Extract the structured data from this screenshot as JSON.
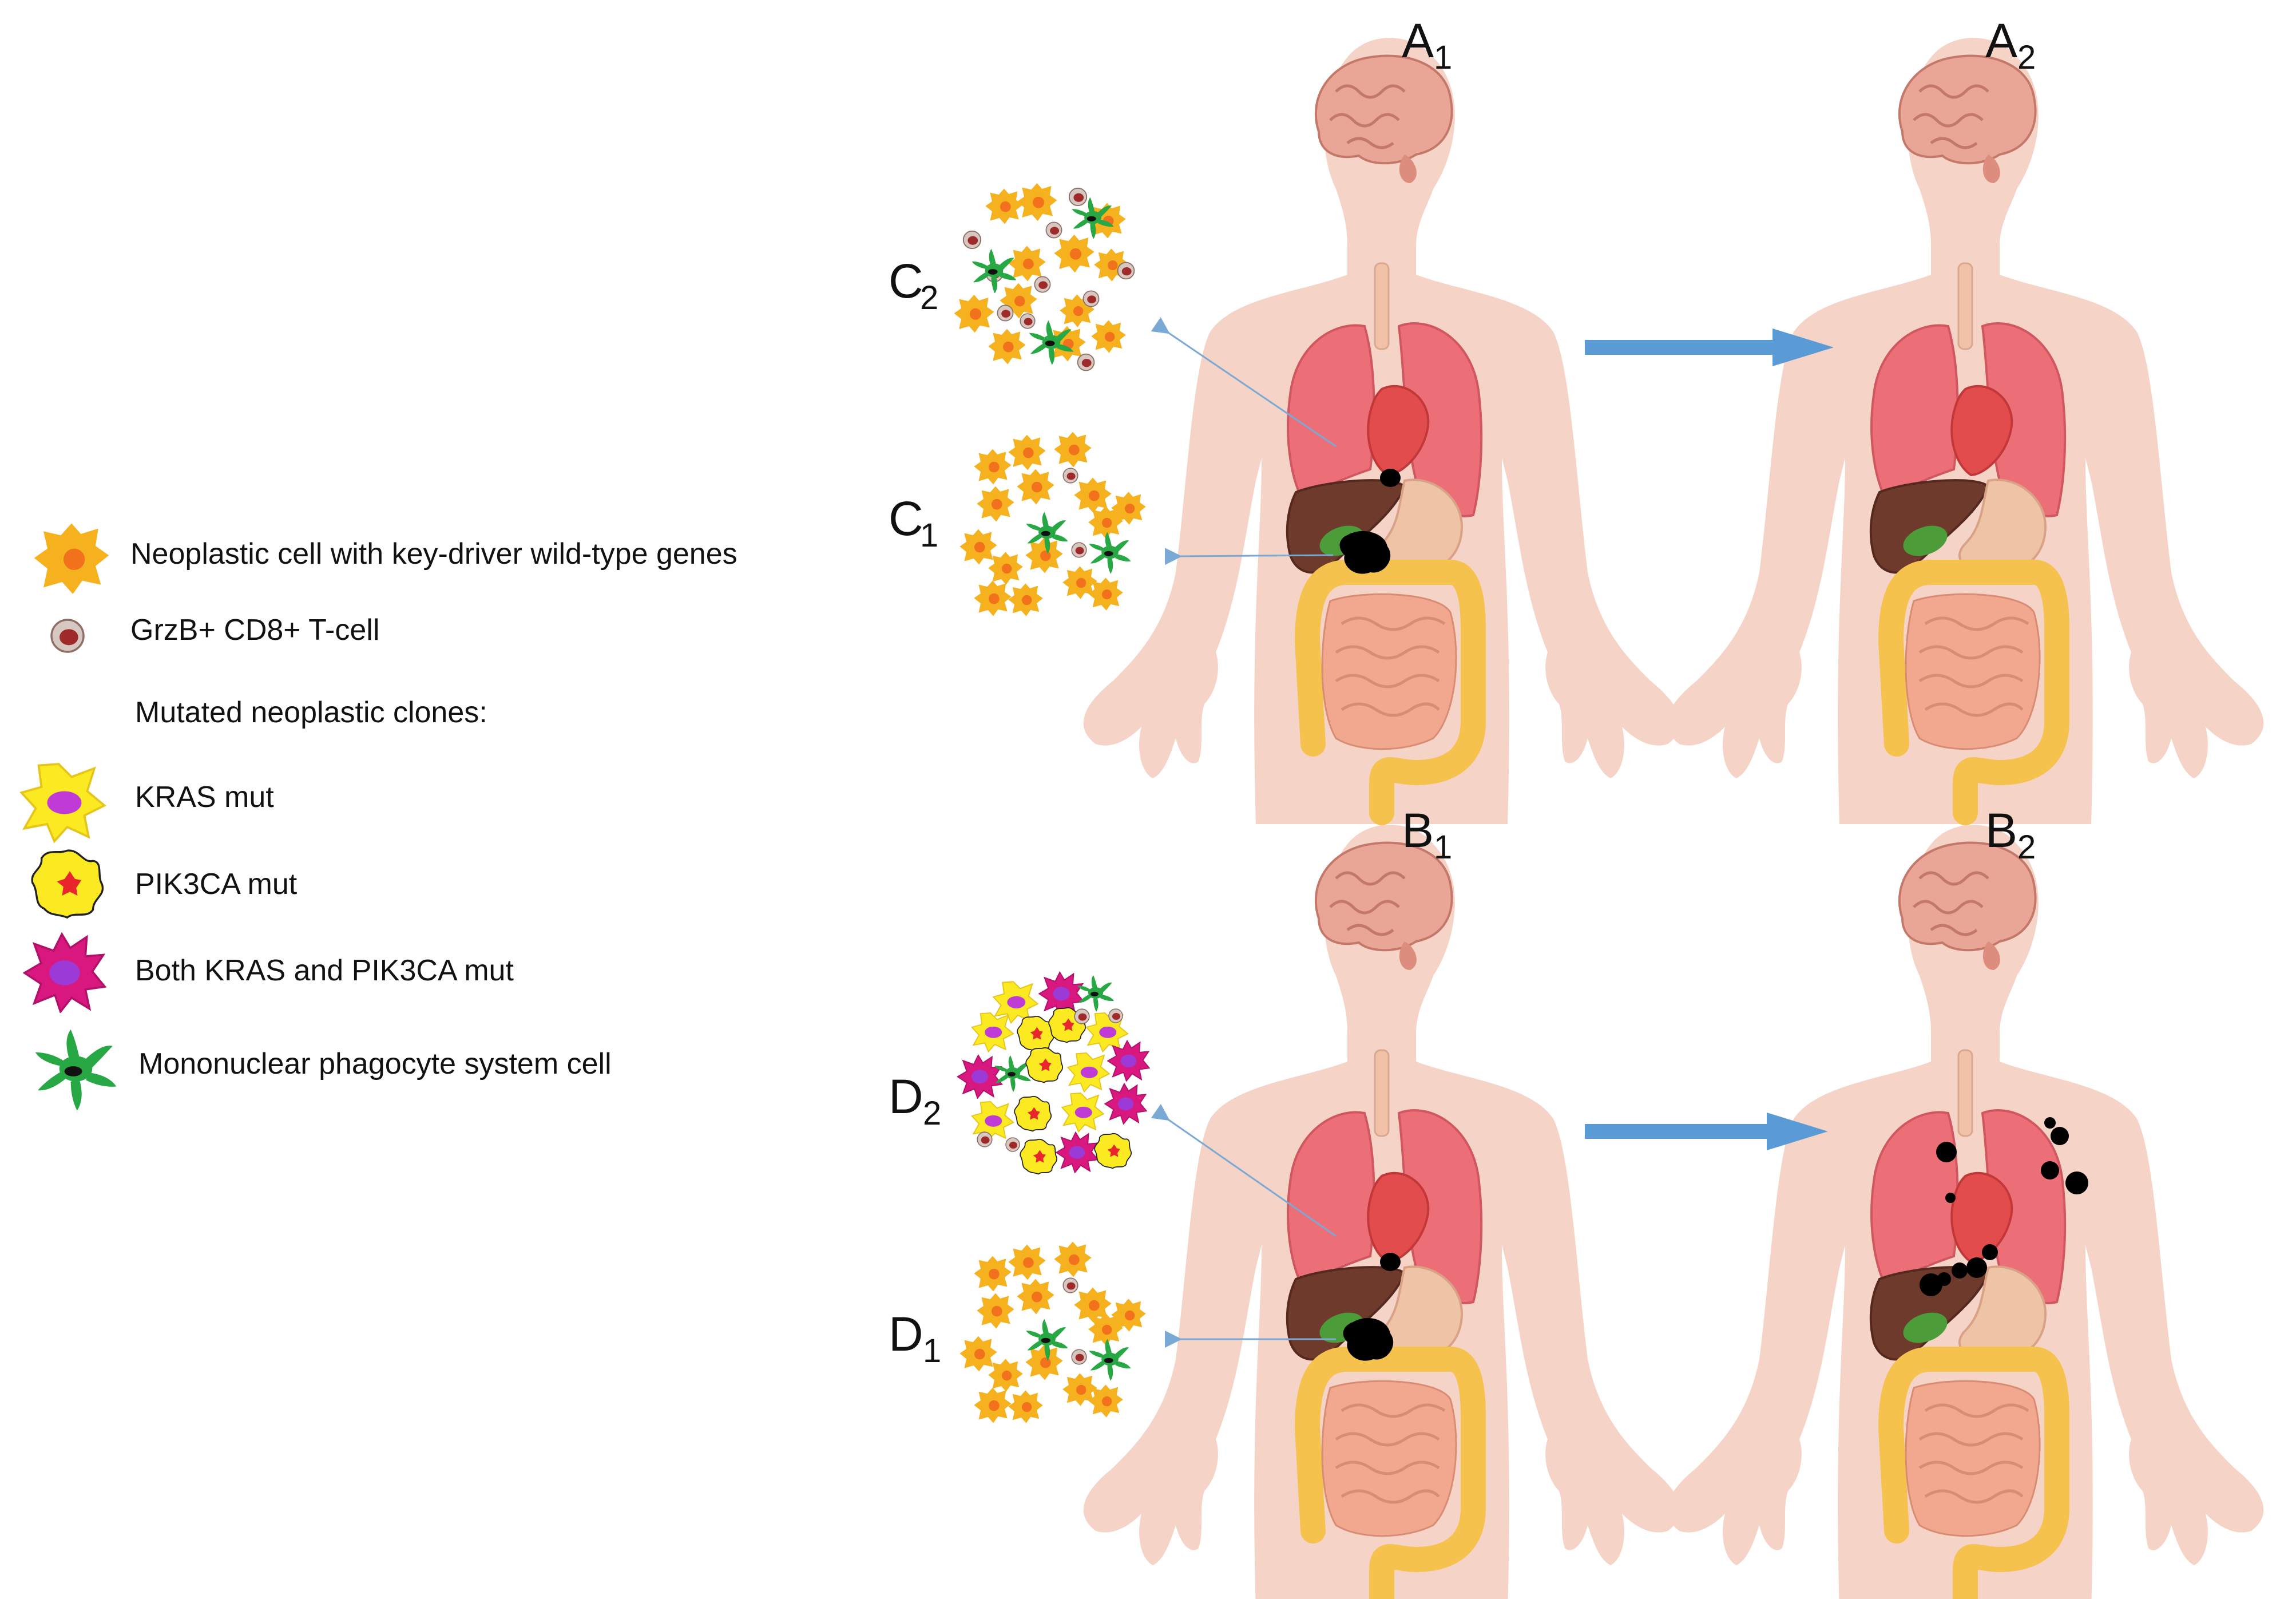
{
  "legend": {
    "neoplastic_wt": "Neoplastic cell with key-driver wild-type genes",
    "tcell": "GrzB+ CD8+ T-cell",
    "mutated_header": "Mutated neoplastic clones:",
    "kras": "KRAS mut",
    "pik3ca": "PIK3CA mut",
    "both": "Both KRAS and PIK3CA mut",
    "mps": "Mononuclear phagocyte system cell"
  },
  "panels": {
    "A1": {
      "letter": "A",
      "sub": "1"
    },
    "A2": {
      "letter": "A",
      "sub": "2"
    },
    "B1": {
      "letter": "B",
      "sub": "1"
    },
    "B2": {
      "letter": "B",
      "sub": "2"
    },
    "C1": {
      "letter": "C",
      "sub": "1"
    },
    "C2": {
      "letter": "C",
      "sub": "2"
    },
    "D1": {
      "letter": "D",
      "sub": "1"
    },
    "D2": {
      "letter": "D",
      "sub": "2"
    }
  },
  "colors": {
    "body": "#f5d3c7",
    "lung": "#ec6f78",
    "heart": "#e34c4c",
    "liver": "#6e3a2c",
    "stomach": "#efc3a6",
    "intestine": "#f1a88f",
    "colon": "#f6c24e",
    "brain": "#e9a696",
    "tumor": "#000000",
    "arrow": "#5b9bd5",
    "thin_arrow": "#7aa9d6",
    "cell_wt": "#f6b21e",
    "cell_wt_nucleus": "#f2711c",
    "kras_cell": "#fbe921",
    "kras_nucleus": "#c03bd6",
    "pik3ca_nucleus": "#e8262b",
    "both_cell": "#d8187e",
    "both_nucleus": "#9b3ad6",
    "mps": "#27a844",
    "tcell_outer": "#d6c7c1",
    "tcell_inner": "#9e2a2a"
  }
}
